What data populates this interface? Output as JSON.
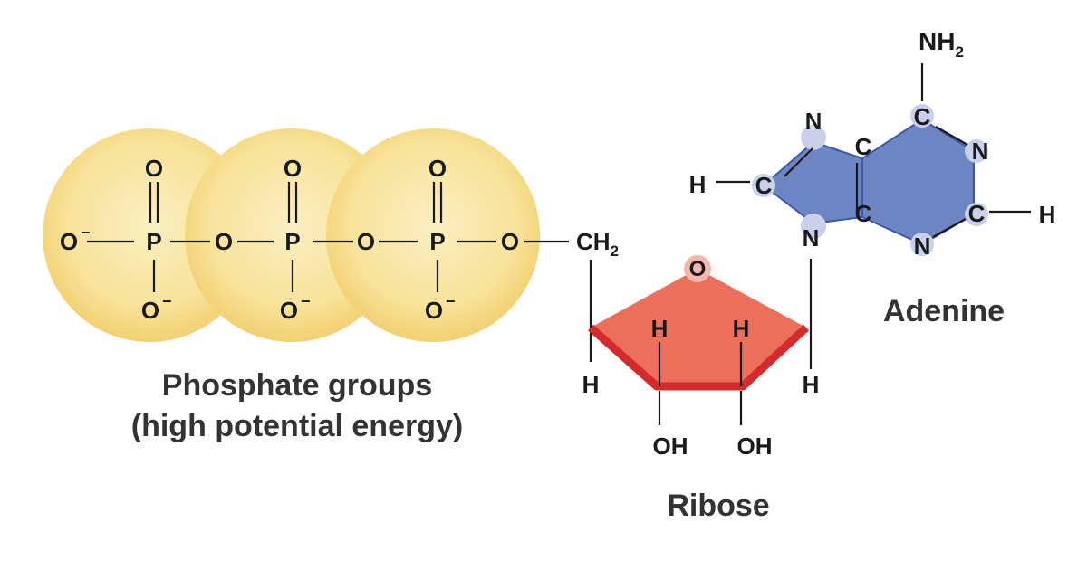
{
  "phosphate": {
    "oxygen_top": "O",
    "phosphorus": "P",
    "bridge_oxygen": "O",
    "oxygen_minus": "O",
    "charge": "−"
  },
  "linker": {
    "ch": "CH",
    "ch_sub": "2"
  },
  "ribose": {
    "ring_oxygen": "O",
    "hydrogen": "H",
    "hydroxyl": "OH"
  },
  "adenine": {
    "nitrogen": "N",
    "carbon": "C",
    "hydrogen": "H",
    "amine": "NH",
    "amine_sub": "2"
  },
  "labels": {
    "phosphate_line1": "Phosphate groups",
    "phosphate_line2": "(high potential energy)",
    "ribose": "Ribose",
    "adenine": "Adenine"
  },
  "colors": {
    "phosphate_fill": "#f8e7a4",
    "phosphate_glow": "#f3cf66",
    "ribose_fill": "#ec6f5b",
    "ribose_edge": "#d42a2c",
    "adenine_fill": "#6e85c4",
    "adenine_edge": "#3e58a8",
    "atom_highlight": "#c9d0ec"
  }
}
